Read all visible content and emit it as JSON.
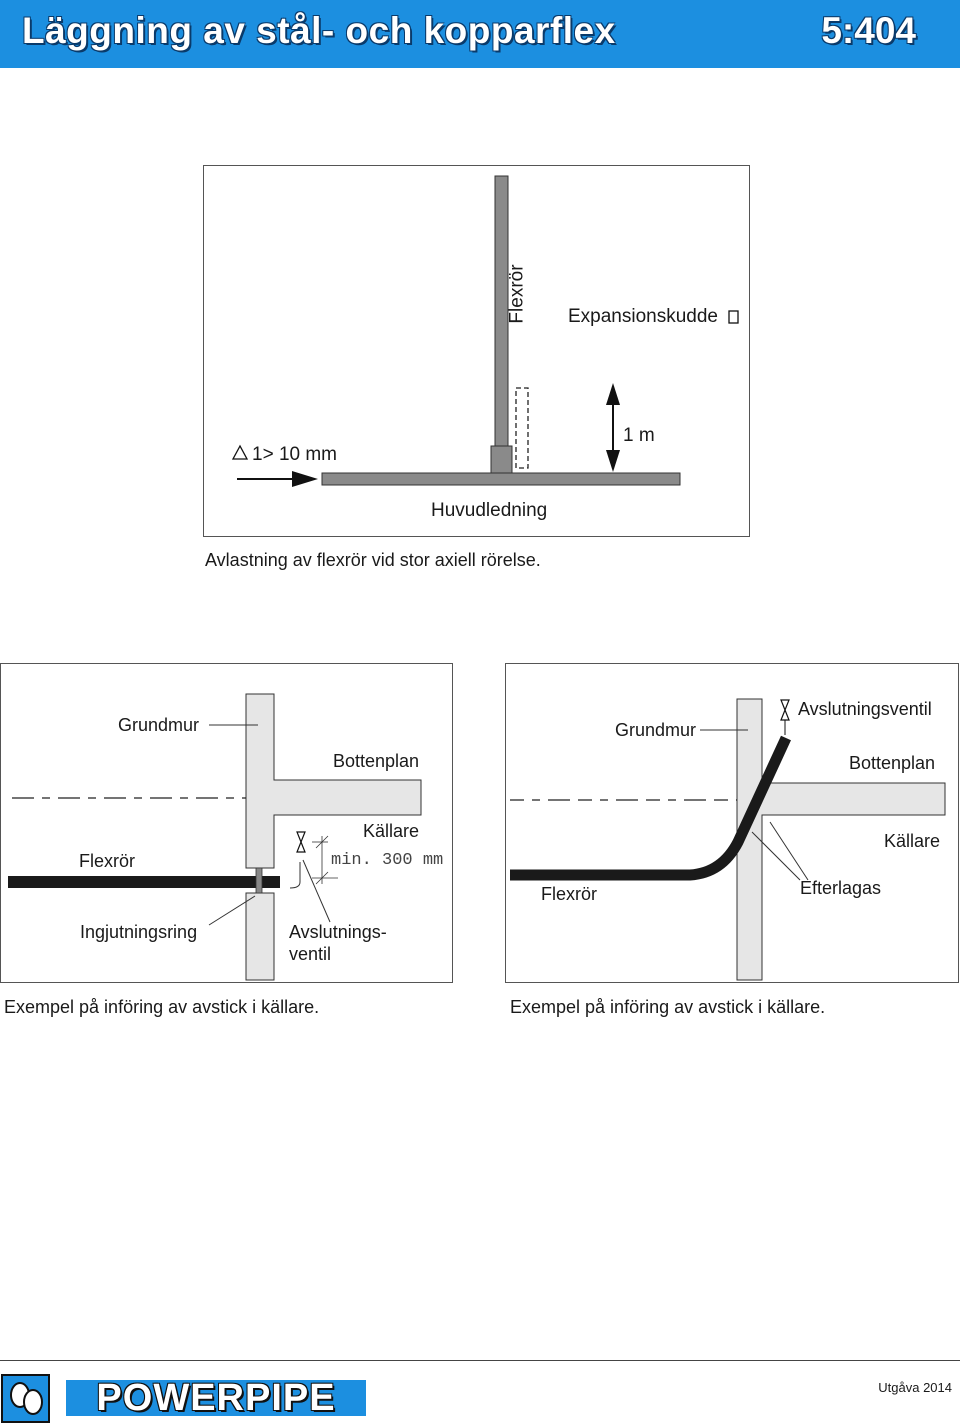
{
  "header": {
    "title": "Läggning av stål- och kopparflex",
    "code": "5:404",
    "background": "#1c8fe0"
  },
  "figure1": {
    "flexror": "Flexrör",
    "expansionskudde": "Expansionskudde",
    "rorelse": "1> 10 mm",
    "avstand": "1 m",
    "huvudledning": "Huvudledning",
    "caption": "Avlastning av flexrör vid stor axiell rörelse."
  },
  "figure2": {
    "grundmur": "Grundmur",
    "bottenplan": "Bottenplan",
    "kallare": "Källare",
    "flexror": "Flexrör",
    "min": "min. 300 mm",
    "ingjutningsring": "Ingjutningsring",
    "avslutningsventil_1": "Avslutnings-",
    "avslutningsventil_2": "ventil",
    "caption": "Exempel på införing av avstick i källare."
  },
  "figure3": {
    "grundmur": "Grundmur",
    "avslutningsventil": "Avslutningsventil",
    "bottenplan": "Bottenplan",
    "kallare": "Källare",
    "flexror": "Flexrör",
    "efterlagas": "Efterlagas",
    "caption": "Exempel på införing av avstick i källare."
  },
  "footer": {
    "logo": "POWERPIPE",
    "edition": "Utgåva 2014"
  }
}
